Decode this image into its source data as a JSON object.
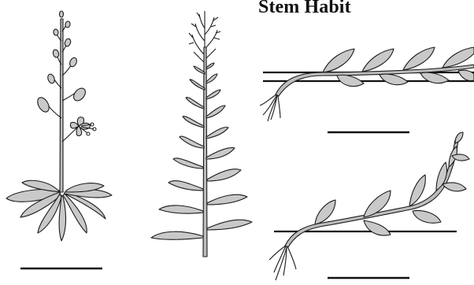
{
  "title": "Stem Habit",
  "colors": {
    "ink": "#1b1b1b",
    "leaf_fill": "#c9c9c9",
    "stem_fill": "#bdbdbd",
    "ground": "#111111",
    "background": "#ffffff"
  },
  "panels": [
    {
      "key": "rosette-scape",
      "scale_bar": true
    },
    {
      "key": "leafy-erect-stem",
      "scale_bar": false
    },
    {
      "key": "creeping-stem",
      "scale_bar": true
    },
    {
      "key": "decumbent-ascending-stem",
      "scale_bar": true
    }
  ]
}
